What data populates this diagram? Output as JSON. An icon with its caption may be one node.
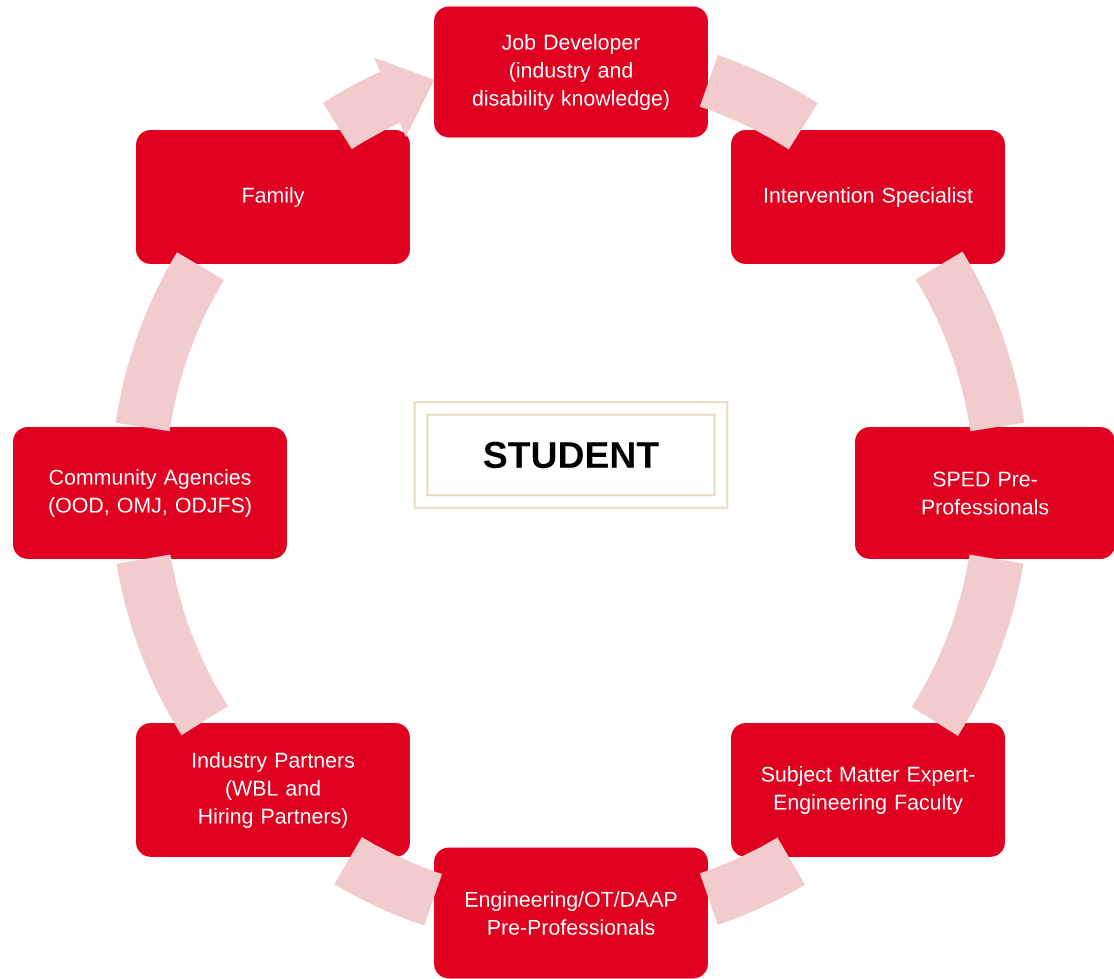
{
  "diagram": {
    "nodes": [
      {
        "text": [
          "STUDENT"
        ]
      },
      {
        "text": [
          "Job Developer (industry and disability knowledge)"
        ]
      },
      {
        "text": [
          "Intervention Specialist"
        ]
      },
      {
        "text": [
          "SPED Pre-Professionals"
        ]
      },
      {
        "text": [
          "Subject Matter Expert-Engineering Faculty"
        ]
      },
      {
        "text": [
          "Engineering/OT/DAAP Pre-Professionals"
        ]
      },
      {
        "text": [
          "Industry Partners (WBL and Hiring Partners)"
        ]
      },
      {
        "text": [
          "Community Agencies (OOD, OMJ, ODJFS)"
        ]
      },
      {
        "text": [
          "Family"
        ]
      }
    ],
    "edges": [
      {
        "from": 1,
        "to": 2,
        "arrow": "none"
      },
      {
        "from": 2,
        "to": 3,
        "arrow": "none"
      },
      {
        "from": 3,
        "to": 4,
        "arrow": "none"
      },
      {
        "from": 4,
        "to": 5,
        "arrow": "none"
      },
      {
        "from": 5,
        "to": 6,
        "arrow": "none"
      },
      {
        "from": 6,
        "to": 7,
        "arrow": "none"
      },
      {
        "from": 7,
        "to": 8,
        "arrow": "none"
      },
      {
        "from": 8,
        "to": 1,
        "arrow": "to"
      }
    ]
  }
}
